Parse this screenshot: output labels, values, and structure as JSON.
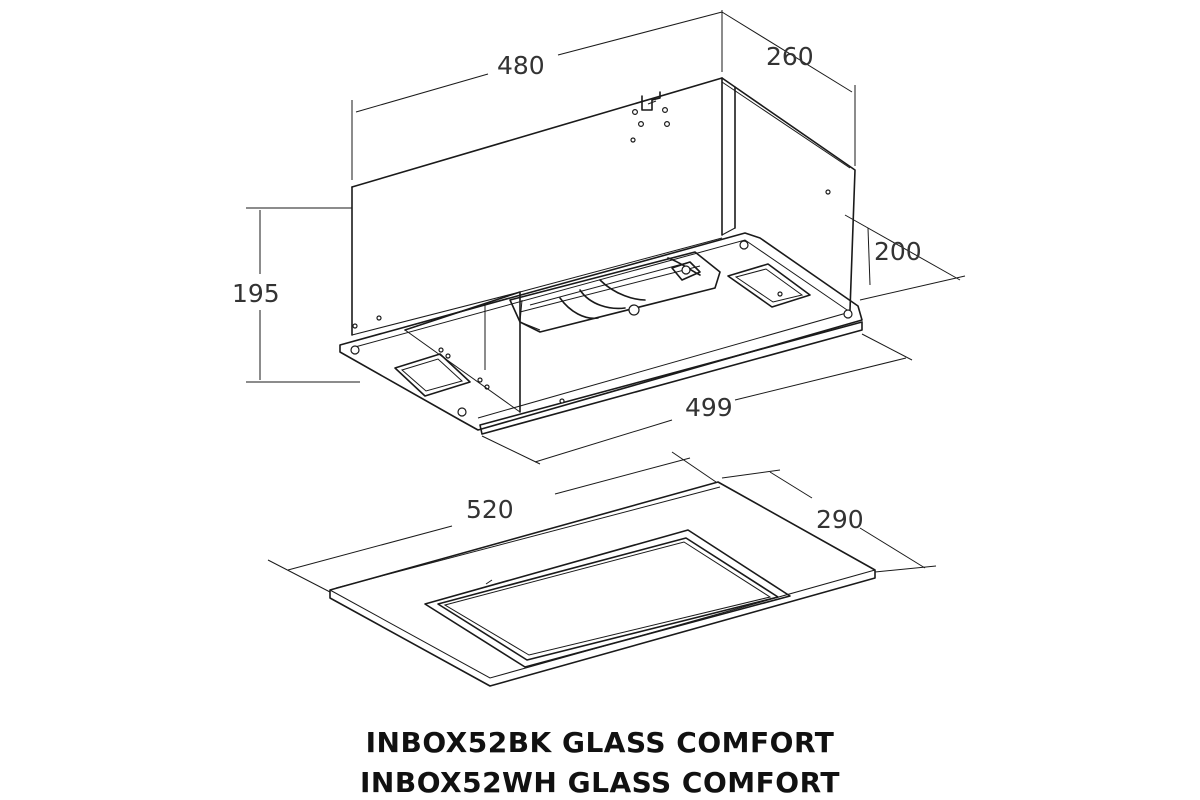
{
  "dimensions": {
    "width_top": "480",
    "depth_top": "260",
    "height": "195",
    "depth_inner": "200",
    "width_bottom": "499",
    "panel_width": "520",
    "panel_depth": "290"
  },
  "models": [
    "INBOX52BK GLASS COMFORT",
    "INBOX52WH GLASS COMFORT"
  ],
  "colors": {
    "line": "#1a1a1a",
    "text": "#333333"
  }
}
